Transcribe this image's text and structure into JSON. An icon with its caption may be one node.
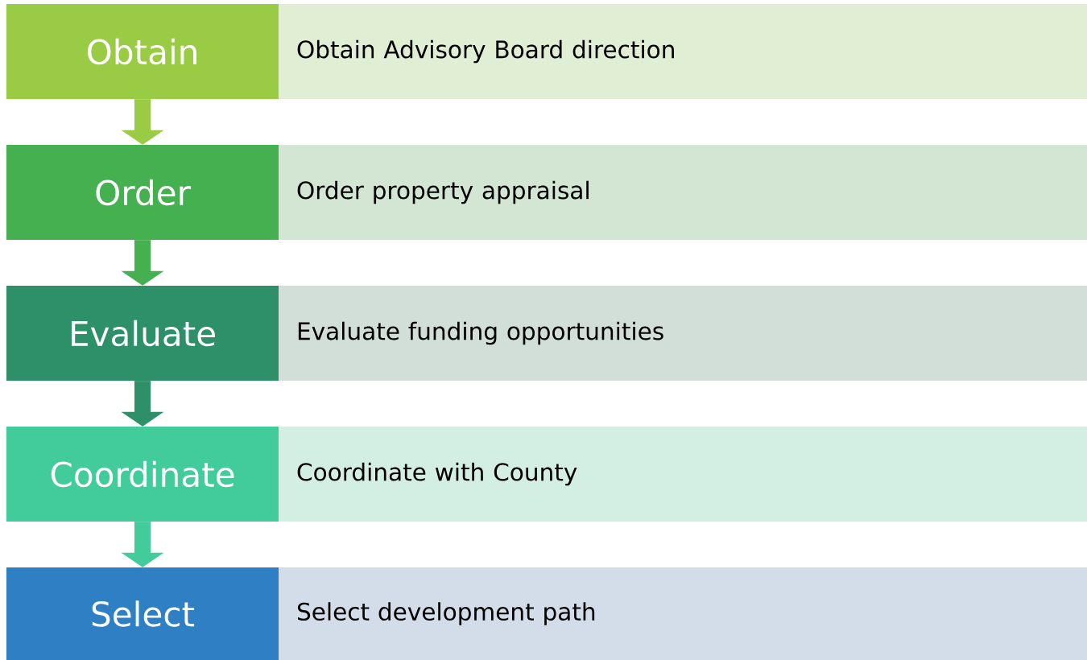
{
  "diagram": {
    "nodes": [
      {
        "text": [
          "Obtain"
        ]
      },
      {
        "text": [
          "Obtain Advisory Board direction"
        ]
      },
      {
        "text": [
          "Order"
        ]
      },
      {
        "text": [
          "Order property appraisal"
        ]
      },
      {
        "text": [
          "Evaluate"
        ]
      },
      {
        "text": [
          "Evaluate funding opportunities"
        ]
      },
      {
        "text": [
          "Coordinate"
        ]
      },
      {
        "text": [
          "Coordinate with County"
        ]
      },
      {
        "text": [
          "Select"
        ]
      },
      {
        "text": [
          "Select development path"
        ]
      }
    ],
    "edges": [
      {
        "from": 0,
        "to": 2,
        "arrow": "to",
        "color": "#99cc44"
      },
      {
        "from": 2,
        "to": 4,
        "arrow": "to",
        "color": "#44b050"
      },
      {
        "from": 4,
        "to": 6,
        "arrow": "to",
        "color": "#2e9068"
      },
      {
        "from": 6,
        "to": 8,
        "arrow": "to",
        "color": "#42cc9c"
      }
    ]
  }
}
